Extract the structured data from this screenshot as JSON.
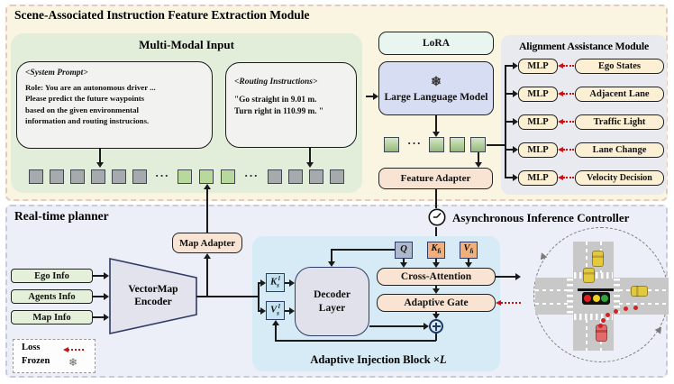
{
  "ellipsis": "···",
  "icons": {
    "frozen": "❄"
  },
  "colors": {
    "loss_arrow": "#cc1111",
    "traffic_light": [
      "#e02020",
      "#f0d020",
      "#2fa33c"
    ]
  },
  "top": {
    "title": "Scene-Associated Instruction Feature Extraction Module",
    "mm": {
      "title": "Multi-Modal Input",
      "sp_header": "<System Prompt>",
      "sp_body": "Role: You are an autonomous driver ...\nPlease predict the future waypoints\nbased on the given environmental\ninformation and routing instrucions.",
      "ri_header": "<Routing Instructions>",
      "ri_body": "\"Go straight in 9.01 m.\nTurn right in 110.99 m. \""
    },
    "lora": "LoRA",
    "llm": "Large Language Model",
    "feature_adapter": "Feature Adapter",
    "alignment": {
      "title": "Alignment Assistance Module",
      "mlp": "MLP",
      "targets": [
        "Ego States",
        "Adjacent Lane",
        "Traffic Light",
        "Lane Change",
        "Velocity Decision"
      ]
    }
  },
  "planner": {
    "title": "Real-time planner",
    "map_adapter": "Map Adapter",
    "inputs": [
      "Ego Info",
      "Agents Info",
      "Map Info"
    ],
    "encoder_line1": "VectorMap",
    "encoder_line2": "Encoder",
    "decoder_line1": "Decoder",
    "decoder_line2": "Layer",
    "aic": "Asynchronous Inference Controller",
    "aib_label": "Adaptive Injection Block ×",
    "aib_mult": "L",
    "q": "Q",
    "k": "K",
    "v": "V",
    "sub_h": "h̄",
    "sub_s": "s",
    "sup_l": "l",
    "cross_attention": "Cross-Attention",
    "adaptive_gate": "Adaptive Gate"
  },
  "legend": {
    "loss": "Loss",
    "frozen": "Frozen"
  }
}
